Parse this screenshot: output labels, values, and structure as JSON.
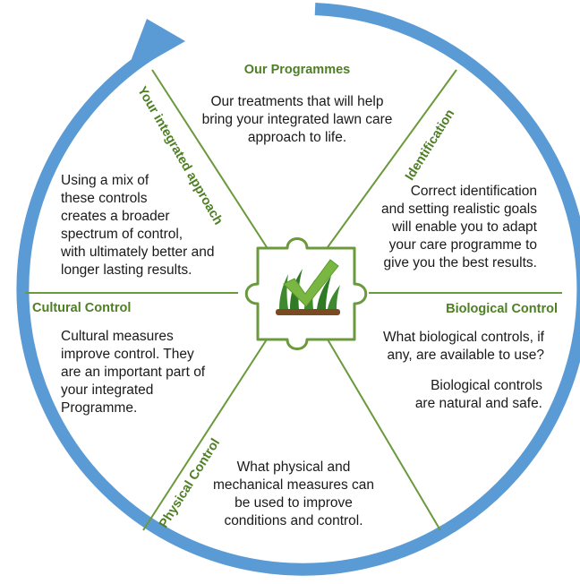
{
  "sections": {
    "programmes": {
      "title": "Our Programmes",
      "body": [
        "Our treatments that will help",
        "bring your integrated lawn care",
        "approach to life."
      ]
    },
    "identification": {
      "title": "Identification",
      "body": [
        "Correct identification",
        "and setting realistic goals",
        "will enable you to adapt",
        "your care programme to",
        "give you the best results."
      ]
    },
    "biological": {
      "title": "Biological Control",
      "body_1": [
        "What biological controls, if",
        "any, are available to use?"
      ],
      "body_2": [
        "Biological controls",
        "are natural and safe."
      ]
    },
    "physical": {
      "title": "Physical Control",
      "body": [
        "What physical and",
        "mechanical measures can",
        "be used to improve",
        "conditions and control."
      ]
    },
    "cultural": {
      "title": "Cultural Control",
      "body": [
        "Cultural measures",
        "improve control. They",
        "are an important part of",
        "your integrated",
        "Programme."
      ]
    },
    "integrated": {
      "title": "Your integrated approach",
      "body": [
        "Using a mix of",
        "these controls",
        "creates a broader",
        "spectrum of control,",
        "with ultimately better and",
        "longer lasting results."
      ]
    }
  },
  "colors": {
    "ring": "#5b9bd5",
    "accent_green": "#4e7f24",
    "divider_green": "#6a9a3c",
    "check_green": "#79b642",
    "grass_green": "#3f8a2e",
    "soil_brown": "#7a4a22"
  },
  "icons": [
    "puzzle-piece-icon",
    "checkmark-icon",
    "grass-icon"
  ]
}
